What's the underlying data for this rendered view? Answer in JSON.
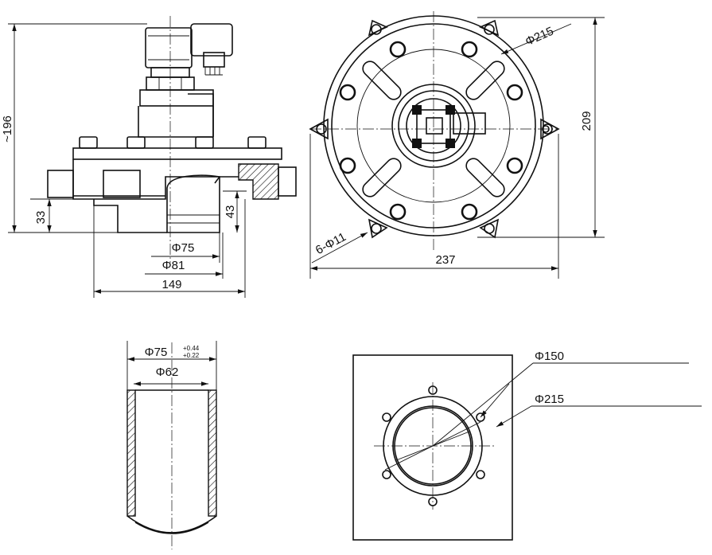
{
  "front_view": {
    "height_label": "~196",
    "base_height_label": "33",
    "outlet_height_label": "43",
    "outlet_dia_label": "Φ75",
    "flange_dia_label": "Φ81",
    "width_label": "149"
  },
  "top_view": {
    "outer_dia_label": "Φ215",
    "height_label": "209",
    "hole_label": "6-Φ11",
    "width_label": "237"
  },
  "pipe_view": {
    "outer_dia_label": "Φ75",
    "tol_upper": "+0.44",
    "tol_lower": "+0.22",
    "inner_dia_label": "Φ62"
  },
  "mount_plate": {
    "inner_dia_label": "Φ150",
    "bolt_circle_label": "Φ215"
  },
  "colors": {
    "line": "#111111",
    "background": "#ffffff"
  }
}
